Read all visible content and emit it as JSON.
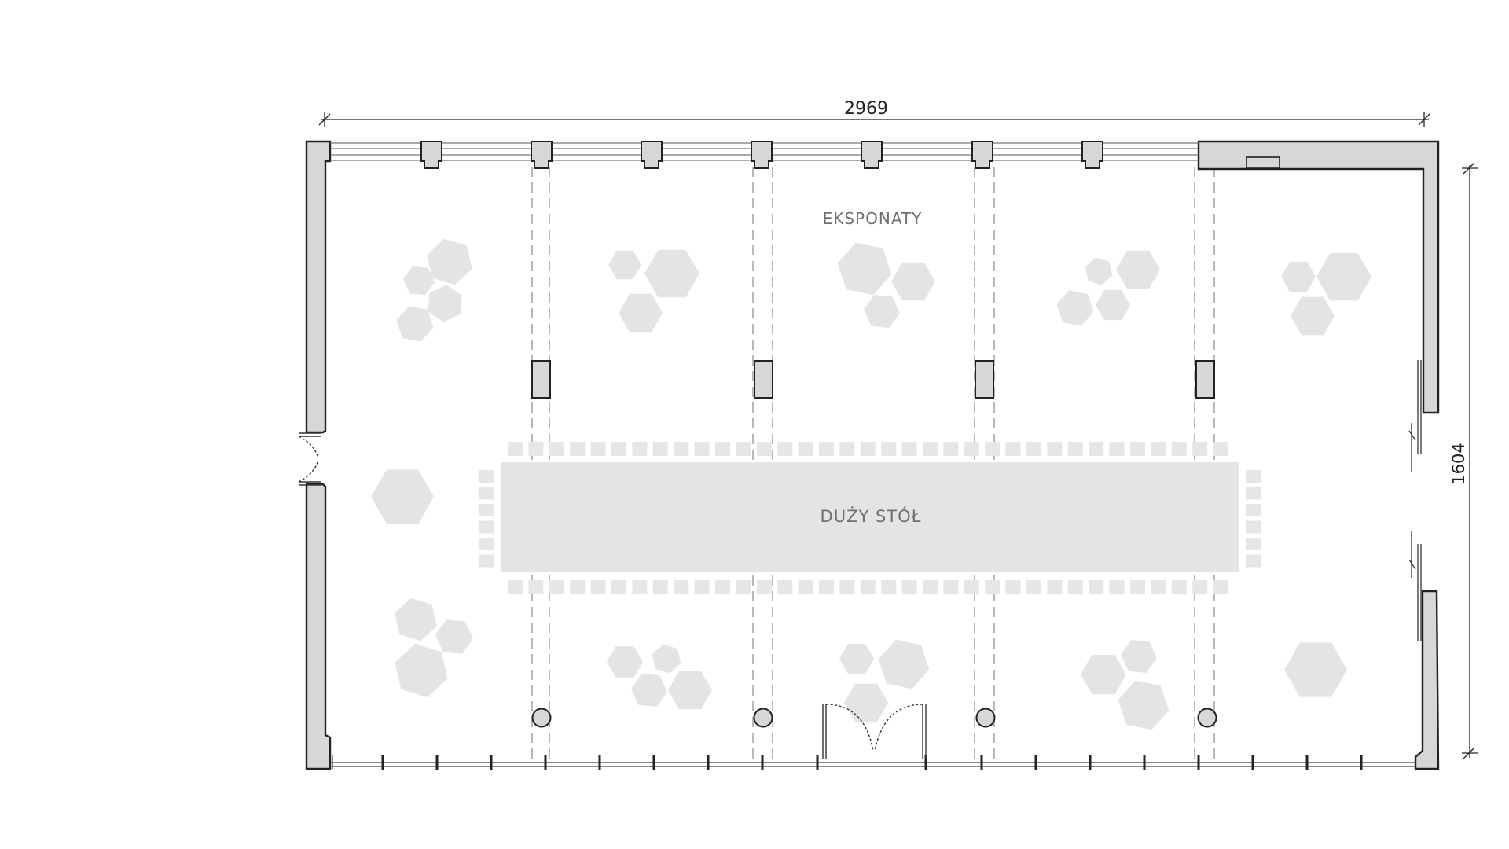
{
  "dimensions": {
    "width_label": "2969",
    "height_label": "1604"
  },
  "zones": {
    "exhibits_label": "EKSPONATY",
    "table_label": "DUŻY STÓŁ"
  },
  "colors": {
    "wall_fill": "#d7d7d9",
    "outline": "#222222",
    "hexagon": "#e4e4e4",
    "table": "#e4e4e4",
    "chair": "#e6e6e6",
    "label_text": "#707070",
    "dashed_line": "#999999"
  }
}
